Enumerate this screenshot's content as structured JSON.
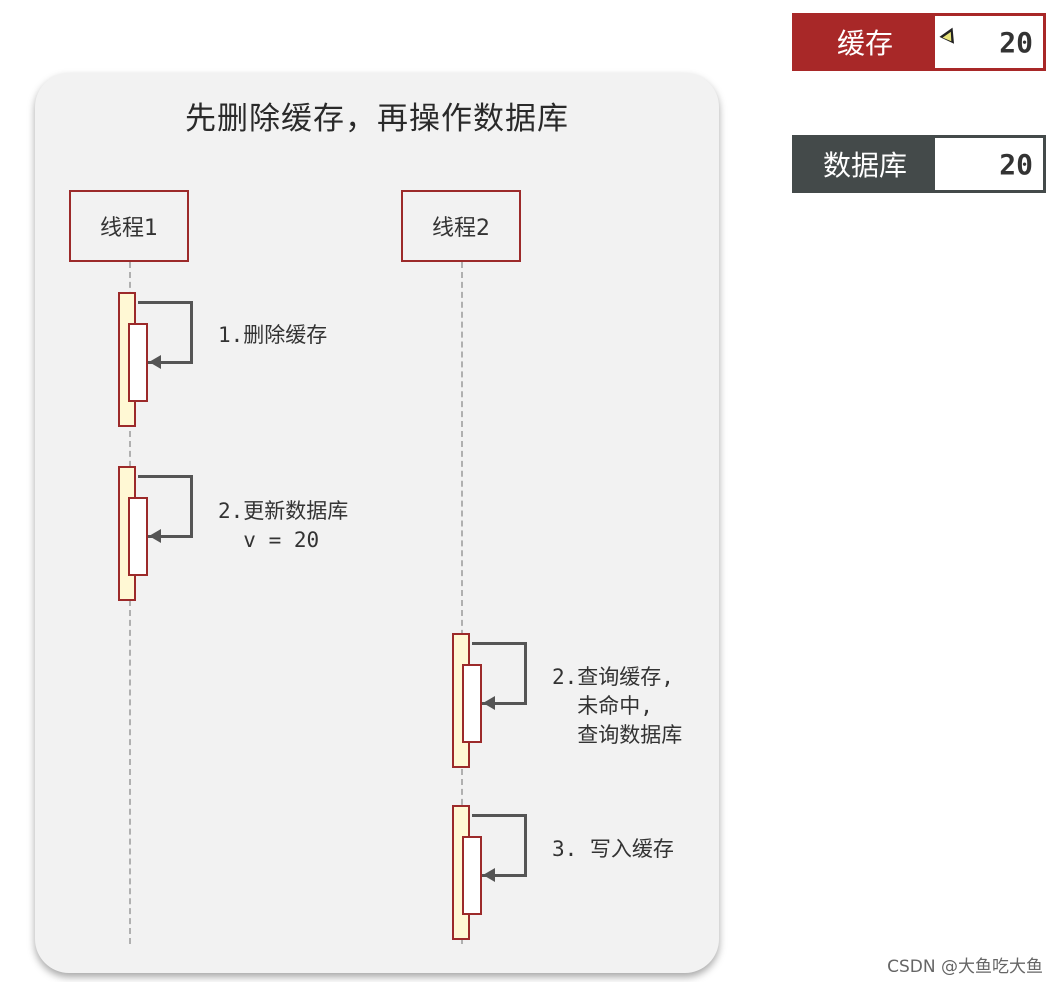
{
  "diagram": {
    "title": "先删除缓存，再操作数据库",
    "threads": [
      {
        "label": "线程1"
      },
      {
        "label": "线程2"
      }
    ],
    "steps": [
      {
        "thread": 1,
        "text": "1.删除缓存"
      },
      {
        "thread": 1,
        "text": "2.更新数据库\n  v = 20"
      },
      {
        "thread": 2,
        "text": "2.查询缓存,\n  未命中,\n  查询数据库"
      },
      {
        "thread": 2,
        "text": "3. 写入缓存"
      }
    ]
  },
  "legend": {
    "cache": {
      "label": "缓存",
      "value": "20",
      "color": "#a82828"
    },
    "database": {
      "label": "数据库",
      "value": "20",
      "color": "#444a4a"
    }
  },
  "watermark": "CSDN @大鱼吃大鱼"
}
